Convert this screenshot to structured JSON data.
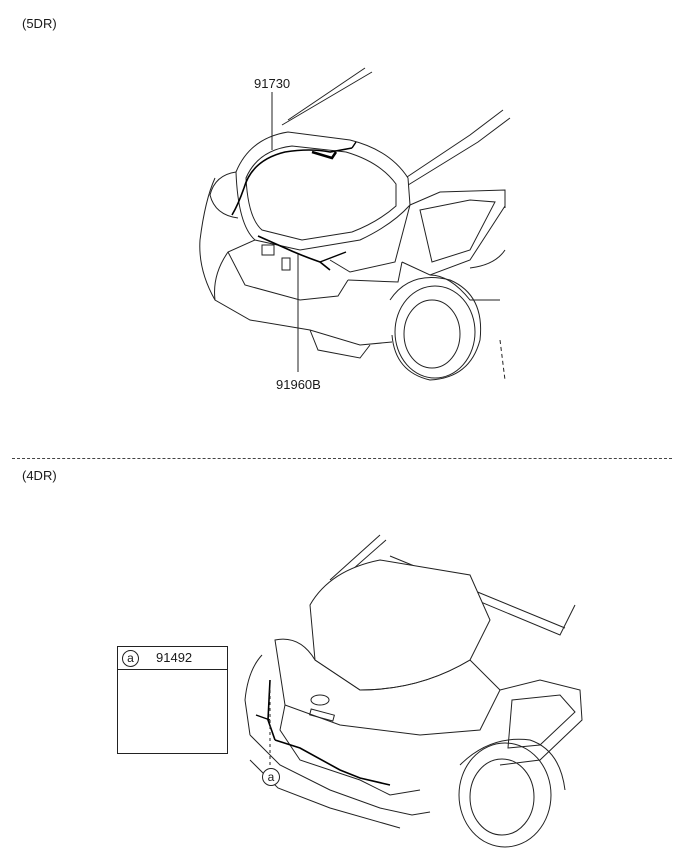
{
  "sections": [
    {
      "variant": "(5DR)",
      "parts": [
        "91730",
        "91960B"
      ]
    },
    {
      "variant": "(4DR)",
      "callout": "a",
      "inset_part": "91492"
    }
  ]
}
